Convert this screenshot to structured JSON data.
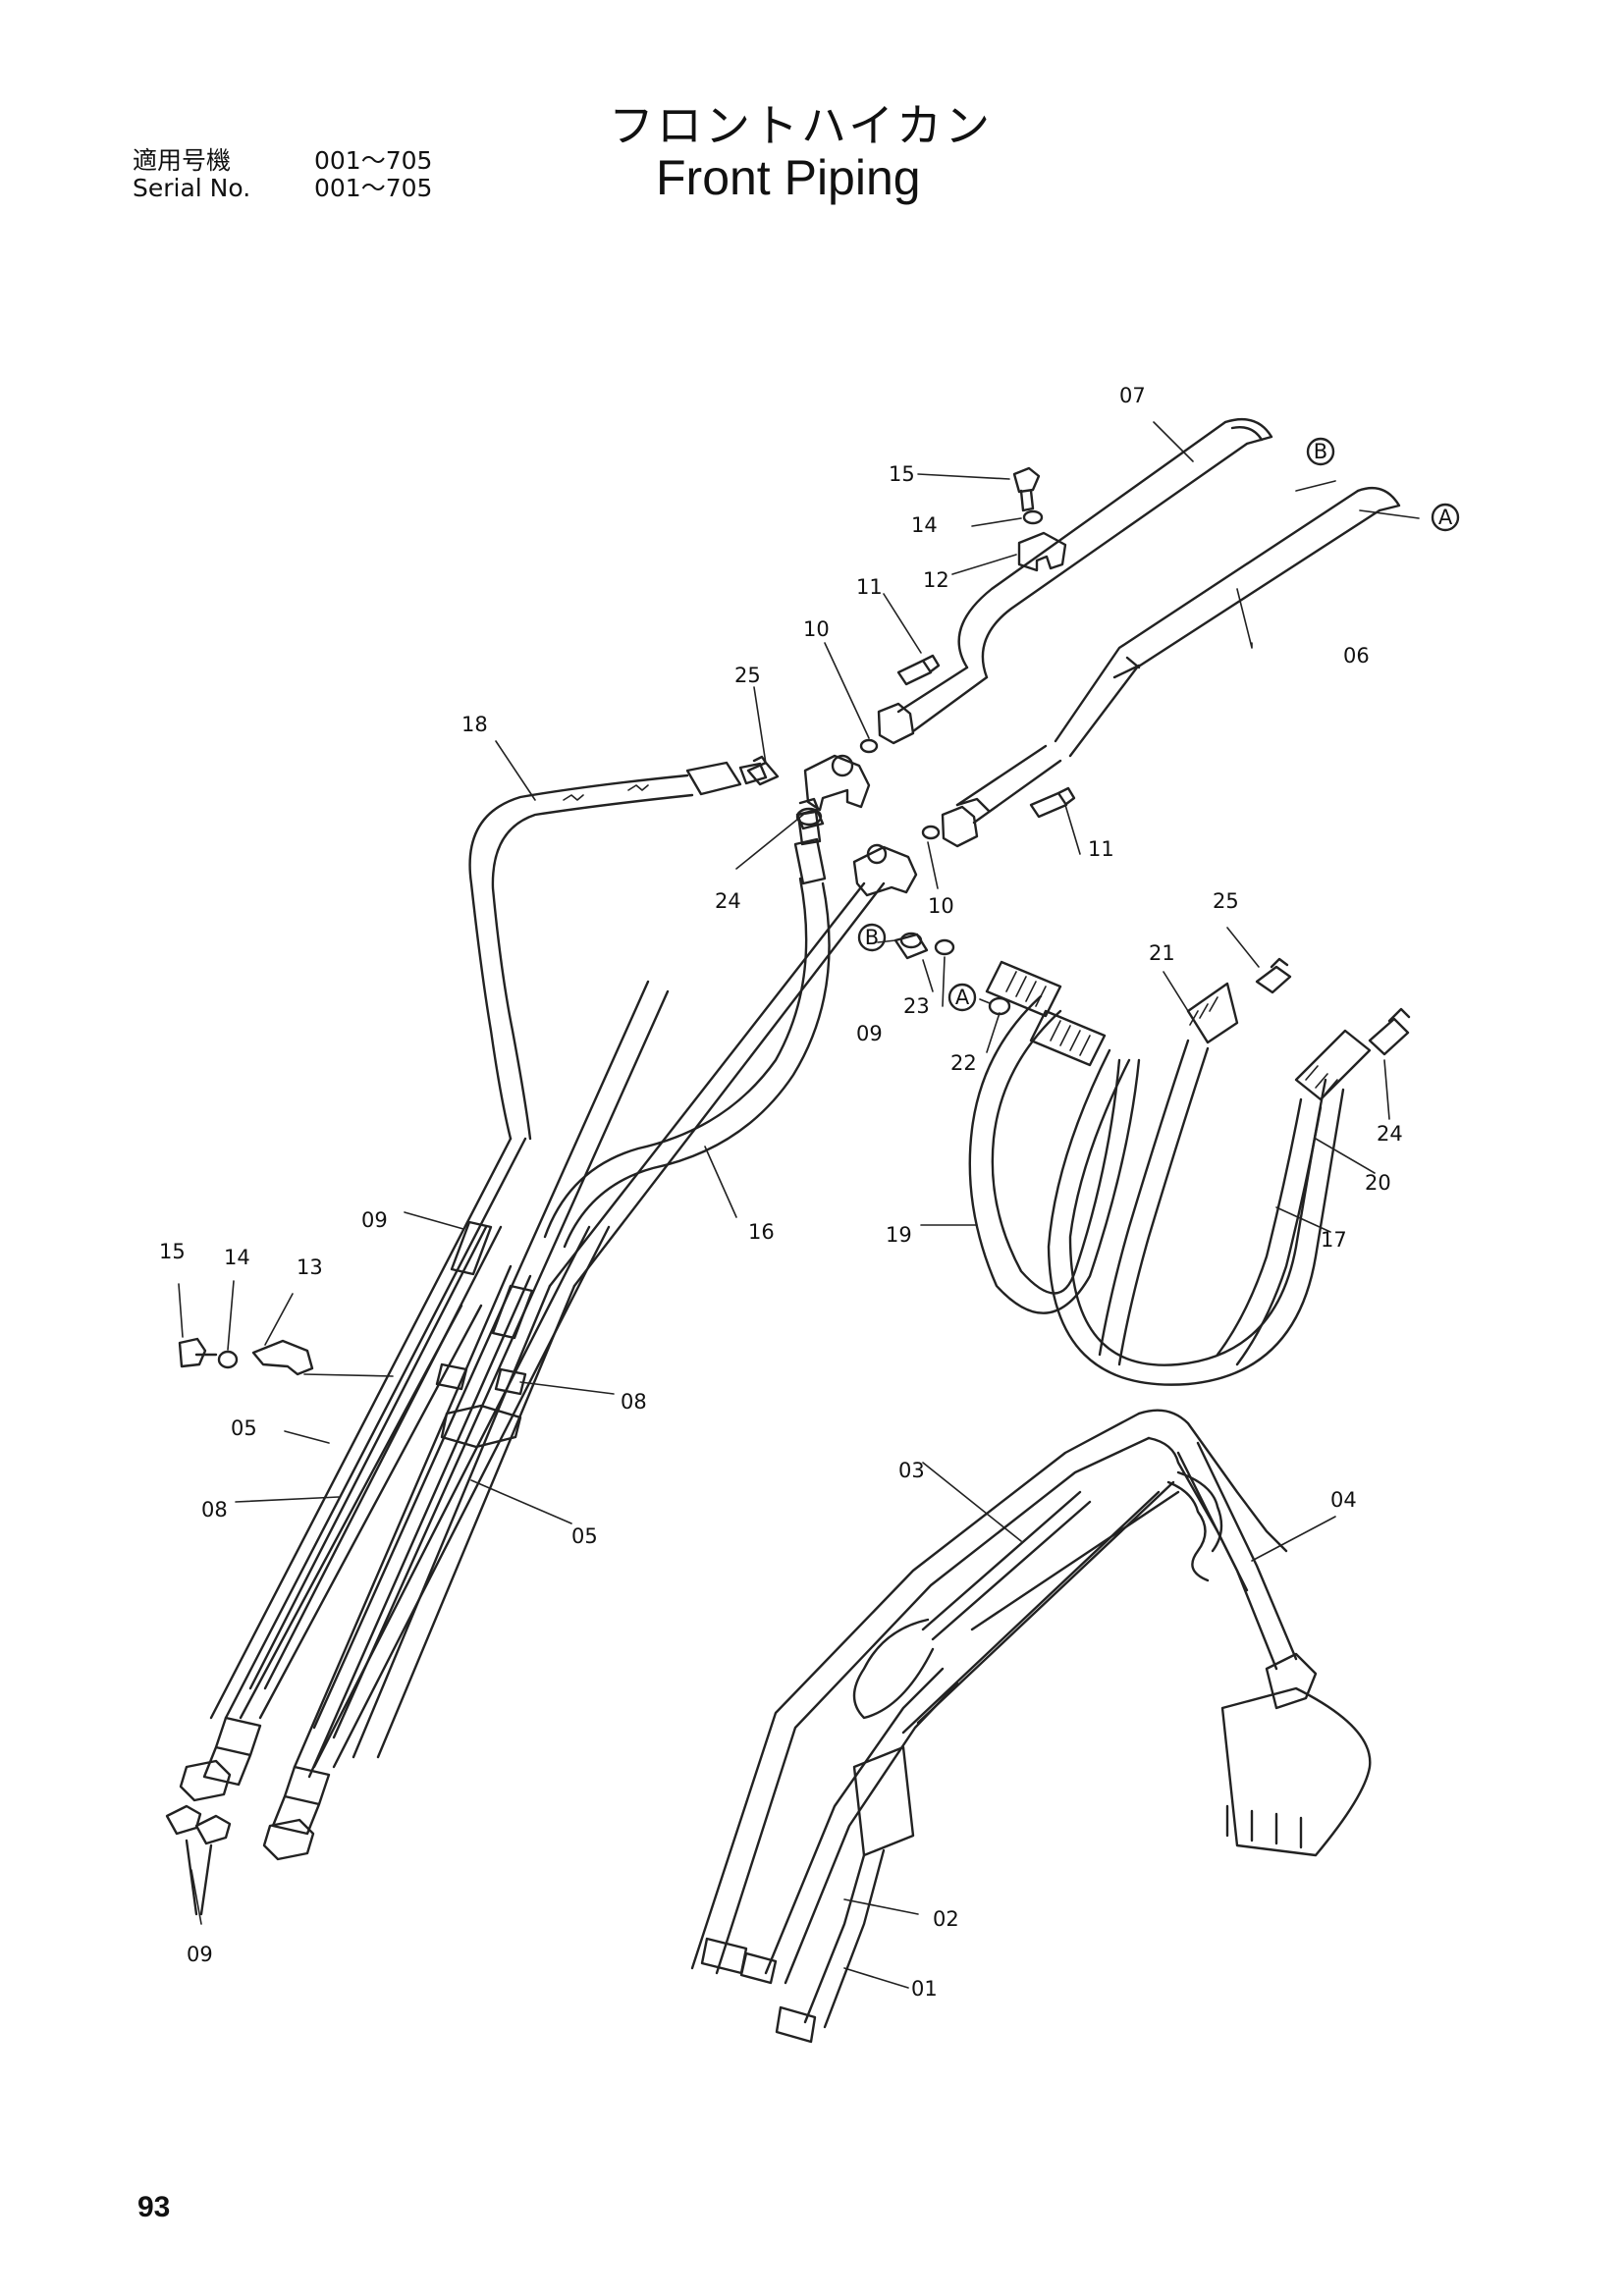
{
  "header": {
    "title_ja": "フロントハイカン",
    "title_en": "Front Piping",
    "serial_ja_label": "適用号機",
    "serial_ja_value": "001～705",
    "serial_en_label": "Serial No.",
    "serial_en_value": "001～705"
  },
  "footer": {
    "page_number": "93"
  },
  "callouts": {
    "c07": "07",
    "c15a": "15",
    "c14a": "14",
    "c12": "12",
    "c11a": "11",
    "c10a": "10",
    "c06": "06",
    "c25a": "25",
    "c18": "18",
    "c24a": "24",
    "c10b": "10",
    "c11b": "11",
    "c25b": "25",
    "c21": "21",
    "c09a": "09",
    "c23": "23",
    "c22": "22",
    "c24b": "24",
    "c20": "20",
    "c17": "17",
    "c19": "19",
    "c16": "16",
    "c09b": "09",
    "c15b": "15",
    "c14b": "14",
    "c13": "13",
    "c05a": "05",
    "c08a": "08",
    "c08b": "08",
    "c05b": "05",
    "c09c": "09",
    "c03": "03",
    "c04": "04",
    "c02": "02",
    "c01": "01",
    "mark_a1": "A",
    "mark_b1": "B",
    "mark_a2": "A",
    "mark_b2": "B"
  }
}
